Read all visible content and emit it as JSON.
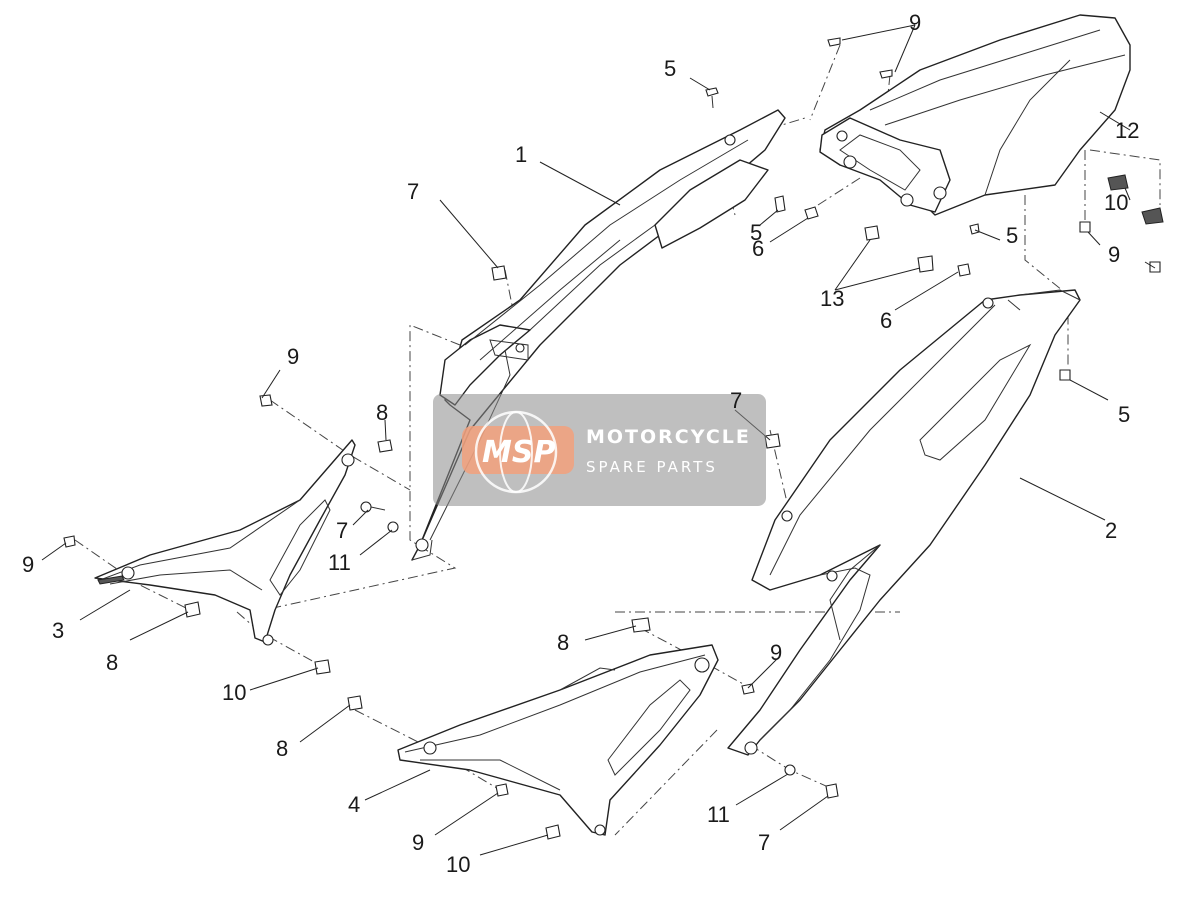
{
  "watermark": {
    "logo": "MSP",
    "line1": "MOTORCYCLE",
    "line2": "SPARE PARTS",
    "colors": {
      "box": "#8a8a8a",
      "logo_bg": "#f2a07b"
    }
  },
  "callouts": [
    {
      "id": "c1",
      "label": "1"
    },
    {
      "id": "c2",
      "label": "2"
    },
    {
      "id": "c3",
      "label": "3"
    },
    {
      "id": "c4",
      "label": "4"
    },
    {
      "id": "c5a",
      "label": "5"
    },
    {
      "id": "c5b",
      "label": "5"
    },
    {
      "id": "c5c",
      "label": "5"
    },
    {
      "id": "c5d",
      "label": "5"
    },
    {
      "id": "c6a",
      "label": "6"
    },
    {
      "id": "c6b",
      "label": "6"
    },
    {
      "id": "c7a",
      "label": "7"
    },
    {
      "id": "c7b",
      "label": "7"
    },
    {
      "id": "c7c",
      "label": "7"
    },
    {
      "id": "c7d",
      "label": "7"
    },
    {
      "id": "c8a",
      "label": "8"
    },
    {
      "id": "c8b",
      "label": "8"
    },
    {
      "id": "c8c",
      "label": "8"
    },
    {
      "id": "c8d",
      "label": "8"
    },
    {
      "id": "c9a",
      "label": "9"
    },
    {
      "id": "c9b",
      "label": "9"
    },
    {
      "id": "c9c",
      "label": "9"
    },
    {
      "id": "c9d",
      "label": "9"
    },
    {
      "id": "c9e",
      "label": "9"
    },
    {
      "id": "c9f",
      "label": "9"
    },
    {
      "id": "c10a",
      "label": "10"
    },
    {
      "id": "c10b",
      "label": "10"
    },
    {
      "id": "c10c",
      "label": "10"
    },
    {
      "id": "c11a",
      "label": "11"
    },
    {
      "id": "c11b",
      "label": "11"
    },
    {
      "id": "c12",
      "label": "12"
    },
    {
      "id": "c13",
      "label": "13"
    }
  ]
}
